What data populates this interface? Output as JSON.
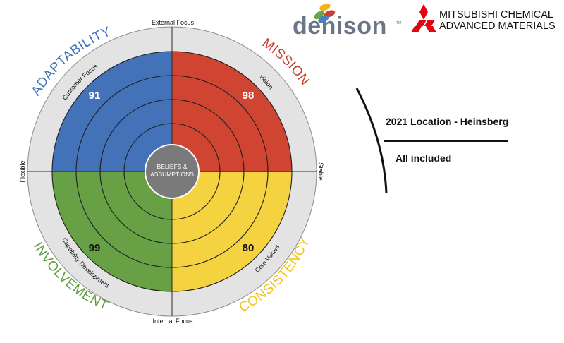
{
  "model": {
    "axes": {
      "top": "External Focus",
      "bottom": "Internal Focus",
      "left": "Flexible",
      "right": "Stable"
    },
    "core": {
      "line1": "BELIEFS &",
      "line2": "ASSUMPTIONS"
    },
    "quadrants": [
      {
        "key": "adaptability",
        "trait": "ADAPTABILITY",
        "index": "Customer Focus",
        "score": "91",
        "color": "#4472b8",
        "trait_color": "#3f73b8"
      },
      {
        "key": "mission",
        "trait": "MISSION",
        "index": "Vision",
        "score": "98",
        "color": "#d04532",
        "trait_color": "#c8402e"
      },
      {
        "key": "consistency",
        "trait": "CONSISTENCY",
        "index": "Core Values",
        "score": "80",
        "color": "#f4d240",
        "trait_color": "#f0c419"
      },
      {
        "key": "involvement",
        "trait": "INVOLVEMENT",
        "index": "Capability Development",
        "score": "99",
        "color": "#68a046",
        "trait_color": "#5e9e3c"
      }
    ]
  },
  "brand": {
    "denison": "denison",
    "denison_tm": "TM",
    "mitsubishi_line1": "MITSUBISHI CHEMICAL",
    "mitsubishi_line2": "ADVANCED MATERIALS"
  },
  "info": {
    "location": "2021 Location - Heinsberg",
    "scope": "All included"
  }
}
